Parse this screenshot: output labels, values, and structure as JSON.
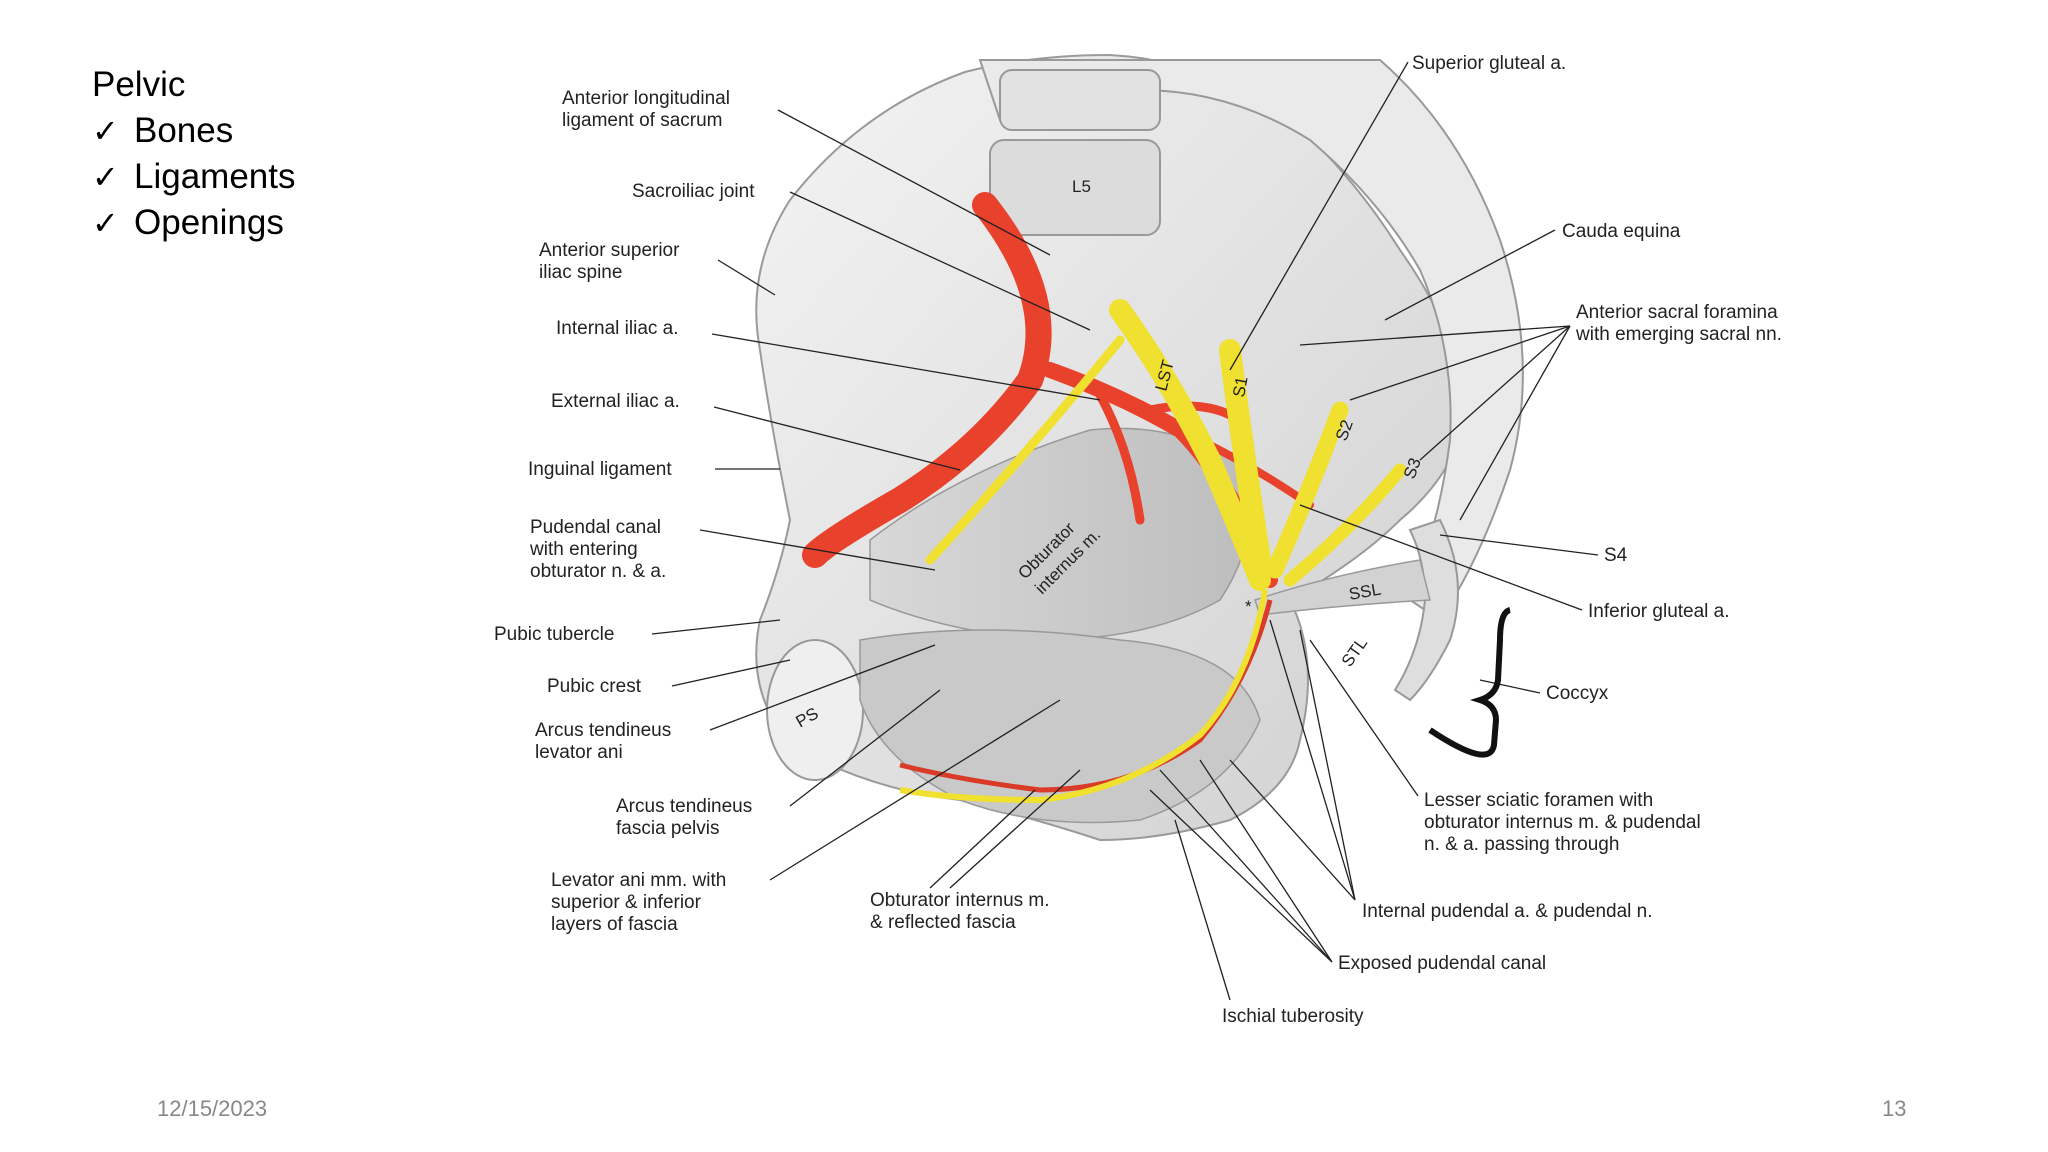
{
  "slide": {
    "title": "Pelvic",
    "bullets": [
      "Bones",
      "Ligaments",
      "Openings"
    ],
    "check_glyph": "✓",
    "date": "12/15/2023",
    "page_number": "13"
  },
  "figure": {
    "labels": {
      "ant_long_lig_1": "Anterior longitudinal",
      "ant_long_lig_2": "ligament of sacrum",
      "sacroiliac": "Sacroiliac joint",
      "asis_1": "Anterior superior",
      "asis_2": "iliac spine",
      "int_iliac": "Internal iliac a.",
      "ext_iliac": "External iliac a.",
      "inguinal": "Inguinal ligament",
      "pud_canal_1": "Pudendal canal",
      "pud_canal_2": "with entering",
      "pud_canal_3": "obturator n. & a.",
      "pubic_tubercle": "Pubic tubercle",
      "pubic_crest": "Pubic crest",
      "arcus_lev_1": "Arcus tendineus",
      "arcus_lev_2": "levator ani",
      "arcus_fasc_1": "Arcus tendineus",
      "arcus_fasc_2": "fascia pelvis",
      "levator_1": "Levator ani mm. with",
      "levator_2": "superior & inferior",
      "levator_3": "layers of fascia",
      "obt_int_1": "Obturator internus m.",
      "obt_int_2": "& reflected fascia",
      "sup_gluteal": "Superior gluteal a.",
      "cauda": "Cauda equina",
      "ant_sacral_1": "Anterior sacral foramina",
      "ant_sacral_2": "with emerging sacral nn.",
      "s4": "S4",
      "inf_gluteal": "Inferior gluteal a.",
      "coccyx": "Coccyx",
      "lesser_sci_1": "Lesser sciatic foramen with",
      "lesser_sci_2": "obturator internus m. & pudendal",
      "lesser_sci_3": "n. & a. passing through",
      "int_pudendal": "Internal pudendal a. & pudendal n.",
      "exposed_pud": "Exposed pudendal canal",
      "ischial": "Ischial tuberosity"
    },
    "tags": {
      "l5": "L5",
      "lst": "LST",
      "s1": "S1",
      "s2": "S2",
      "s3": "S3",
      "ssl": "SSL",
      "stl": "STL",
      "ps": "PS",
      "obt_tag_1": "Obturator",
      "obt_tag_2": "internus m.",
      "star": "*"
    },
    "colors": {
      "artery": "#e8412c",
      "nerve": "#f0e030",
      "bone": "#e6e6e6",
      "bone_edge": "#9a9a9a"
    }
  }
}
